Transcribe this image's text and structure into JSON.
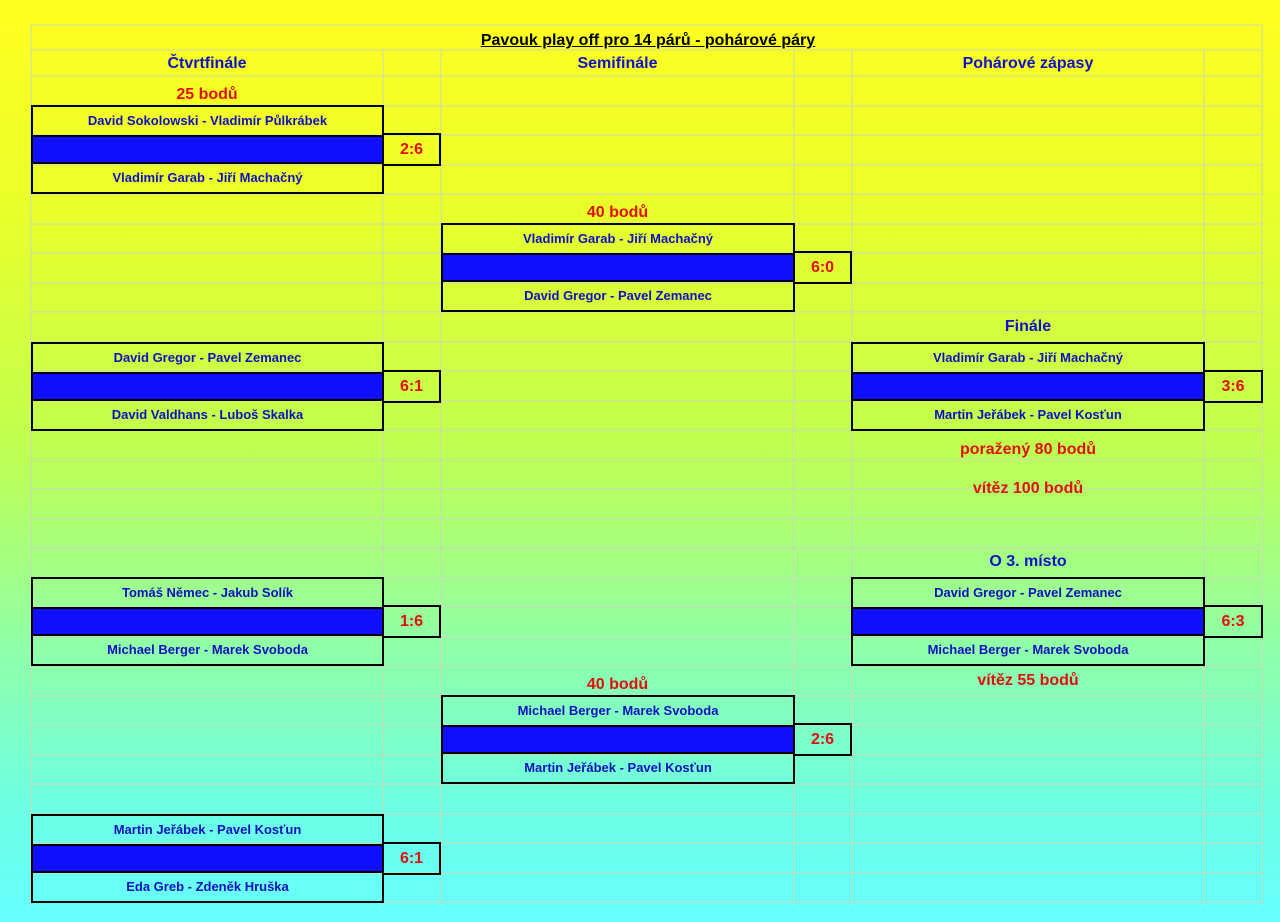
{
  "title": "Pavouk play off pro 14 párů - pohárové páry",
  "headers": {
    "quarter": "Čtvrtfinále",
    "semi": "Semifinále",
    "cup": "Pohárové zápasy"
  },
  "points": {
    "quarter": "25 bodů",
    "semi_top": "40 bodů",
    "semi_bottom": "40 bodů",
    "final_loser": "poražený 80 bodů",
    "final_winner": "vítěz 100 bodů",
    "third_winner": "vítěz 55 bodů"
  },
  "labels": {
    "final": "Finále",
    "third": "O 3. místo"
  },
  "matches": {
    "qf1": {
      "team1": "David Sokolowski - Vladimír Půlkrábek",
      "team2": "Vladimír Garab - Jiří Machačný",
      "score": "2:6"
    },
    "qf2": {
      "team1": "David Gregor - Pavel Zemanec",
      "team2": "David Valdhans - Luboš Skalka",
      "score": "6:1"
    },
    "qf3": {
      "team1": "Tomáš Němec - Jakub Solík",
      "team2": "Michael Berger - Marek Svoboda",
      "score": "1:6"
    },
    "qf4": {
      "team1": "Martin Jeřábek - Pavel Kosťun",
      "team2": "Eda Greb - Zdeněk Hruška",
      "score": "6:1"
    },
    "sf1": {
      "team1": "Vladimír Garab - Jiří Machačný",
      "team2": "David Gregor - Pavel Zemanec",
      "score": "6:0"
    },
    "sf2": {
      "team1": "Michael Berger - Marek Svoboda",
      "team2": "Martin Jeřábek - Pavel Kosťun",
      "score": "2:6"
    },
    "final": {
      "team1": "Vladimír Garab - Jiří Machačný",
      "team2": "Martin Jeřábek - Pavel Kosťun",
      "score": "3:6"
    },
    "third": {
      "team1": "David Gregor - Pavel Zemanec",
      "team2": "Michael Berger - Marek Svoboda",
      "score": "6:3"
    }
  },
  "colors": {
    "bar": "#0f0fff",
    "team_text": "#1010c0",
    "points_text": "#e01010",
    "header_text": "#1111cc"
  }
}
